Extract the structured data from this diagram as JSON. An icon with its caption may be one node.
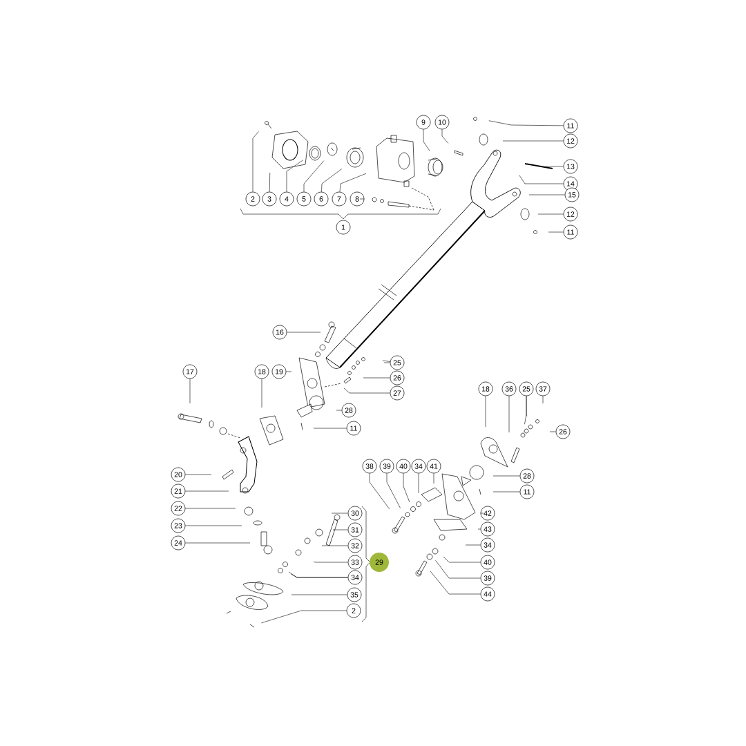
{
  "diagram": {
    "nodes": [
      {
        "text": [
          "2"
        ]
      },
      {
        "text": [
          "3"
        ]
      },
      {
        "text": [
          "4"
        ]
      },
      {
        "text": [
          "5"
        ]
      },
      {
        "text": [
          "6"
        ]
      },
      {
        "text": [
          "7"
        ]
      },
      {
        "text": [
          "8"
        ]
      },
      {
        "text": [
          "1"
        ]
      },
      {
        "text": [
          "9"
        ]
      },
      {
        "text": [
          "10"
        ]
      },
      {
        "text": [
          "11"
        ]
      },
      {
        "text": [
          "12"
        ]
      },
      {
        "text": [
          "13"
        ]
      },
      {
        "text": [
          "14"
        ]
      },
      {
        "text": [
          "15"
        ]
      },
      {
        "text": [
          "12"
        ]
      },
      {
        "text": [
          "11"
        ]
      },
      {
        "text": [
          "16"
        ]
      },
      {
        "text": [
          "17"
        ]
      },
      {
        "text": [
          "18"
        ]
      },
      {
        "text": [
          "19"
        ]
      },
      {
        "text": [
          "25"
        ]
      },
      {
        "text": [
          "26"
        ]
      },
      {
        "text": [
          "27"
        ]
      },
      {
        "text": [
          "28"
        ]
      },
      {
        "text": [
          "11"
        ]
      },
      {
        "text": [
          "18"
        ]
      },
      {
        "text": [
          "36"
        ]
      },
      {
        "text": [
          "25"
        ]
      },
      {
        "text": [
          "37"
        ]
      },
      {
        "text": [
          "26"
        ]
      },
      {
        "text": [
          "28"
        ]
      },
      {
        "text": [
          "11"
        ]
      },
      {
        "text": [
          "38"
        ]
      },
      {
        "text": [
          "39"
        ]
      },
      {
        "text": [
          "40"
        ]
      },
      {
        "text": [
          "34"
        ]
      },
      {
        "text": [
          "41"
        ]
      },
      {
        "text": [
          "20"
        ]
      },
      {
        "text": [
          "21"
        ]
      },
      {
        "text": [
          "22"
        ]
      },
      {
        "text": [
          "23"
        ]
      },
      {
        "text": [
          "24"
        ]
      },
      {
        "text": [
          "30"
        ]
      },
      {
        "text": [
          "31"
        ]
      },
      {
        "text": [
          "32"
        ]
      },
      {
        "text": [
          "33"
        ]
      },
      {
        "text": [
          "29"
        ]
      },
      {
        "text": [
          "34"
        ]
      },
      {
        "text": [
          "35"
        ]
      },
      {
        "text": [
          "2"
        ]
      },
      {
        "text": [
          "42"
        ]
      },
      {
        "text": [
          "43"
        ]
      },
      {
        "text": [
          "34"
        ]
      },
      {
        "text": [
          "40"
        ]
      },
      {
        "text": [
          "39"
        ]
      },
      {
        "text": [
          "44"
        ]
      }
    ],
    "edges": [
      {
        "from": 0,
        "to": null,
        "arrow": "none"
      },
      {
        "from": 1,
        "to": null,
        "arrow": "none"
      },
      {
        "from": 2,
        "to": null,
        "arrow": "none"
      },
      {
        "from": 3,
        "to": null,
        "arrow": "none"
      },
      {
        "from": 4,
        "to": null,
        "arrow": "none"
      },
      {
        "from": 5,
        "to": null,
        "arrow": "none"
      },
      {
        "from": 6,
        "to": null,
        "arrow": "none"
      },
      {
        "from": 8,
        "to": null,
        "arrow": "none"
      },
      {
        "from": 9,
        "to": null,
        "arrow": "none"
      },
      {
        "from": 10,
        "to": null,
        "arrow": "none"
      },
      {
        "from": 11,
        "to": null,
        "arrow": "none"
      },
      {
        "from": 12,
        "to": null,
        "arrow": "none"
      },
      {
        "from": 13,
        "to": null,
        "arrow": "none"
      },
      {
        "from": 14,
        "to": null,
        "arrow": "none"
      },
      {
        "from": 15,
        "to": null,
        "arrow": "none"
      },
      {
        "from": 16,
        "to": null,
        "arrow": "none"
      },
      {
        "from": 17,
        "to": null,
        "arrow": "none"
      },
      {
        "from": 18,
        "to": null,
        "arrow": "none"
      },
      {
        "from": 19,
        "to": null,
        "arrow": "none"
      },
      {
        "from": 20,
        "to": null,
        "arrow": "none"
      },
      {
        "from": 21,
        "to": null,
        "arrow": "none"
      },
      {
        "from": 22,
        "to": null,
        "arrow": "none"
      },
      {
        "from": 23,
        "to": null,
        "arrow": "none"
      },
      {
        "from": 24,
        "to": null,
        "arrow": "none"
      },
      {
        "from": 25,
        "to": null,
        "arrow": "none"
      },
      {
        "from": 26,
        "to": null,
        "arrow": "none"
      },
      {
        "from": 27,
        "to": null,
        "arrow": "none"
      },
      {
        "from": 28,
        "to": null,
        "arrow": "none"
      },
      {
        "from": 29,
        "to": null,
        "arrow": "none"
      },
      {
        "from": 30,
        "to": null,
        "arrow": "none"
      },
      {
        "from": 31,
        "to": null,
        "arrow": "none"
      },
      {
        "from": 32,
        "to": null,
        "arrow": "none"
      },
      {
        "from": 33,
        "to": null,
        "arrow": "none"
      },
      {
        "from": 34,
        "to": null,
        "arrow": "none"
      },
      {
        "from": 35,
        "to": null,
        "arrow": "none"
      },
      {
        "from": 36,
        "to": null,
        "arrow": "none"
      },
      {
        "from": 37,
        "to": null,
        "arrow": "none"
      },
      {
        "from": 38,
        "to": null,
        "arrow": "none"
      },
      {
        "from": 39,
        "to": null,
        "arrow": "none"
      },
      {
        "from": 40,
        "to": null,
        "arrow": "none"
      },
      {
        "from": 41,
        "to": null,
        "arrow": "none"
      },
      {
        "from": 42,
        "to": null,
        "arrow": "none"
      },
      {
        "from": 43,
        "to": null,
        "arrow": "none"
      },
      {
        "from": 44,
        "to": null,
        "arrow": "none"
      },
      {
        "from": 45,
        "to": null,
        "arrow": "none"
      },
      {
        "from": 46,
        "to": null,
        "arrow": "none"
      },
      {
        "from": 48,
        "to": null,
        "arrow": "none"
      },
      {
        "from": 49,
        "to": null,
        "arrow": "none"
      },
      {
        "from": 50,
        "to": null,
        "arrow": "none"
      },
      {
        "from": 51,
        "to": null,
        "arrow": "none"
      },
      {
        "from": 52,
        "to": null,
        "arrow": "none"
      },
      {
        "from": 53,
        "to": null,
        "arrow": "none"
      },
      {
        "from": 54,
        "to": null,
        "arrow": "none"
      },
      {
        "from": 55,
        "to": null,
        "arrow": "none"
      },
      {
        "from": 56,
        "to": null,
        "arrow": "none"
      }
    ]
  }
}
